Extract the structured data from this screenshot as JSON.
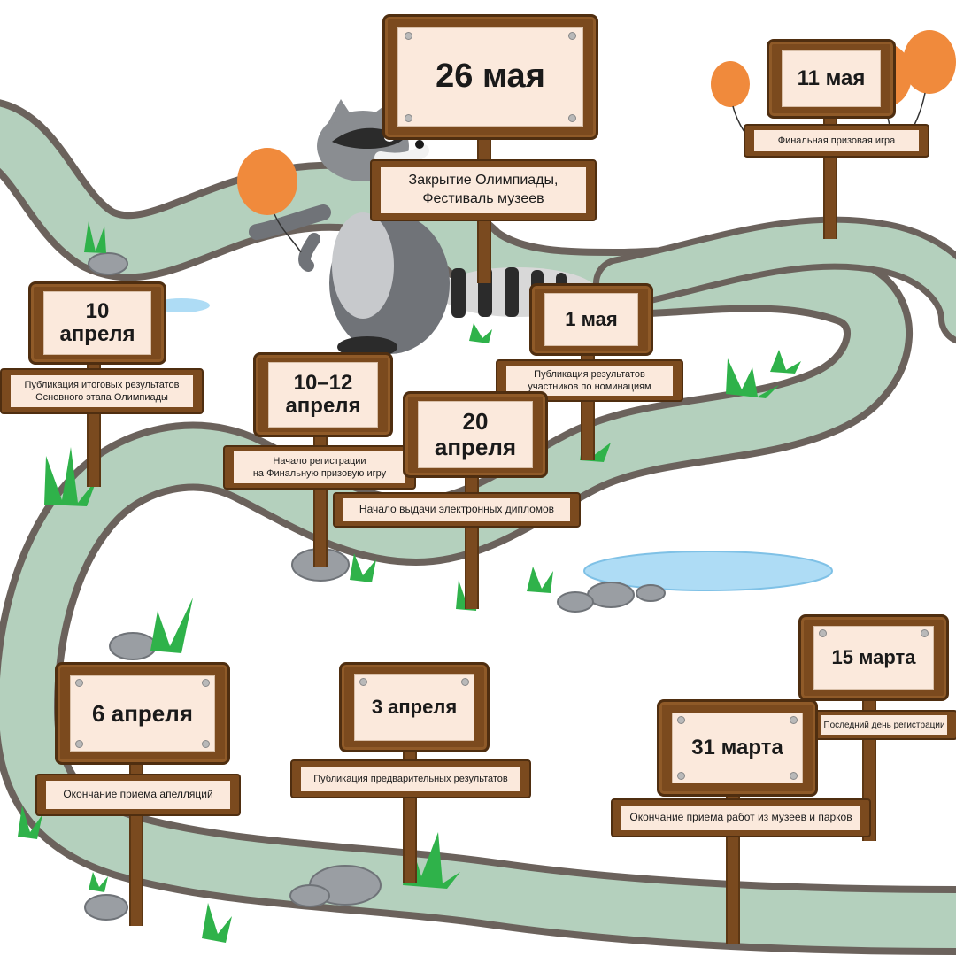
{
  "milestones": [
    {
      "id": "m1",
      "date": "26 мая",
      "caption": "Закрытие Олимпиады,\nФестиваль музеев"
    },
    {
      "id": "m2",
      "date": "11 мая",
      "caption": "Финальная призовая игра"
    },
    {
      "id": "m3",
      "date": "10\nапреля",
      "caption": "Публикация итоговых результатов\nОсновного этапа Олимпиады"
    },
    {
      "id": "m4",
      "date": "1 мая",
      "caption": "Публикация результатов\nучастников по номинациям"
    },
    {
      "id": "m5",
      "date": "10–12\nапреля",
      "caption": "Начало регистрации\nна Финальную призовую игру"
    },
    {
      "id": "m6",
      "date": "20\nапреля",
      "caption": "Начало выдачи электронных дипломов"
    },
    {
      "id": "m7",
      "date": "6 апреля",
      "caption": "Окончание приема апелляций"
    },
    {
      "id": "m8",
      "date": "3 апреля",
      "caption": "Публикация предварительных результатов"
    },
    {
      "id": "m9",
      "date": "15 марта",
      "caption": "Последний день регистрации"
    },
    {
      "id": "m10",
      "date": "31 марта",
      "caption": "Окончание приема работ из музеев и парков"
    }
  ],
  "colors": {
    "path_fill": "#b4d0bd",
    "path_border": "#6b625c",
    "wood": "#7b4a1e",
    "wood_dark": "#4f2e10",
    "panel": "#fbe9dc",
    "grass": "#2fb24a",
    "water": "#aedcf5",
    "stone": "#9a9ea3",
    "balloon": "#f08a3c"
  },
  "icons": [
    "raccoon-icon",
    "balloon-icon",
    "grass-icon",
    "stone-icon",
    "puddle-icon"
  ]
}
